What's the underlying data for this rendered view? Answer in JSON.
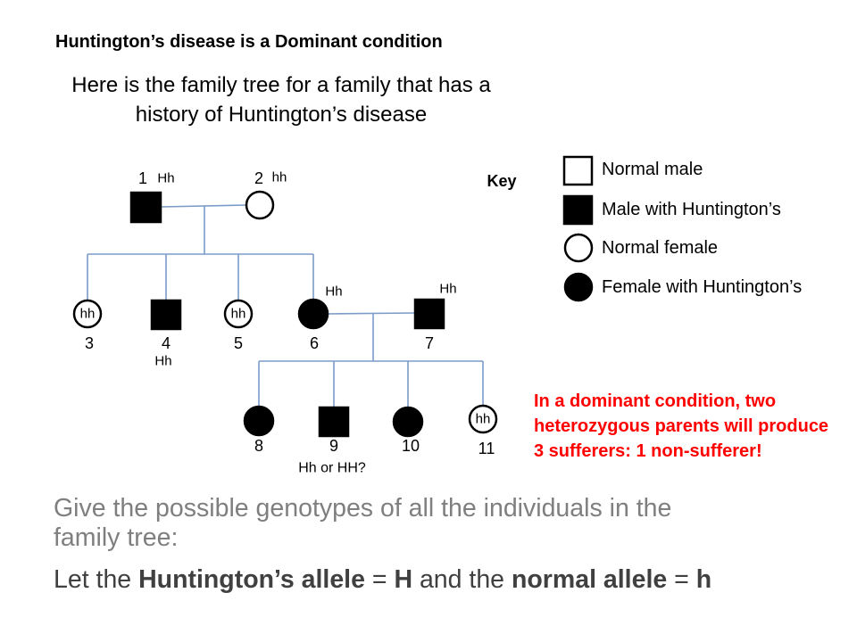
{
  "heading": "Huntington’s disease is a Dominant condition",
  "intro": {
    "lines": [
      "Here is the family tree for a family that has a",
      "history of Huntington’s disease"
    ]
  },
  "pedigree": {
    "individuals": [
      {
        "number": "1",
        "icon": "square-icon",
        "affected": true,
        "genotype": "Hh"
      },
      {
        "number": "2",
        "icon": "circle-icon",
        "affected": false,
        "genotype": "hh"
      },
      {
        "number": "3",
        "icon": "circle-icon",
        "affected": false,
        "genotype": "hh"
      },
      {
        "number": "4",
        "icon": "square-icon",
        "affected": true,
        "genotype": "Hh"
      },
      {
        "number": "5",
        "icon": "circle-icon",
        "affected": false,
        "genotype": "hh"
      },
      {
        "number": "6",
        "icon": "circle-icon",
        "affected": true,
        "genotype": "Hh"
      },
      {
        "number": "7",
        "icon": "square-icon",
        "affected": true,
        "genotype": "Hh"
      },
      {
        "number": "8",
        "icon": "circle-icon",
        "affected": true
      },
      {
        "number": "9",
        "icon": "square-icon",
        "affected": true,
        "genotype": "Hh or HH?"
      },
      {
        "number": "10",
        "icon": "circle-icon",
        "affected": true
      },
      {
        "number": "11",
        "icon": "circle-icon",
        "affected": false,
        "genotype": "hh"
      }
    ]
  },
  "key": {
    "title": "Key",
    "items": [
      {
        "icon": "square-icon",
        "affected": false,
        "label": "Normal male"
      },
      {
        "icon": "square-icon",
        "affected": true,
        "label": "Male with Huntington’s"
      },
      {
        "icon": "circle-icon",
        "affected": false,
        "label": "Normal female"
      },
      {
        "icon": "circle-icon",
        "affected": true,
        "label": "Female with Huntington’s"
      }
    ]
  },
  "note": {
    "lines": [
      "In a dominant condition, two",
      "heterozygous parents will produce",
      "3 sufferers: 1 non-sufferer!"
    ]
  },
  "question": {
    "lines": [
      "Give the possible genotypes of all the individuals in the",
      "family tree:"
    ]
  },
  "alleles": {
    "prefix": "Let the ",
    "dominant_label": "Huntington’s allele",
    "equals_1": " = ",
    "dominant_symbol": "H",
    "connector": " and the ",
    "recessive_label": "normal allele",
    "equals_2": " = ",
    "recessive_symbol": "h"
  },
  "colors": {
    "text": "#000000",
    "note_text": "#ff0000",
    "question_text": "#7f7f7f",
    "allele_text": "#404040",
    "tree_line": "#7b9bc9",
    "symbol_outline": "#000000",
    "affected_fill": "#000000",
    "unaffected_fill": "#ffffff"
  }
}
